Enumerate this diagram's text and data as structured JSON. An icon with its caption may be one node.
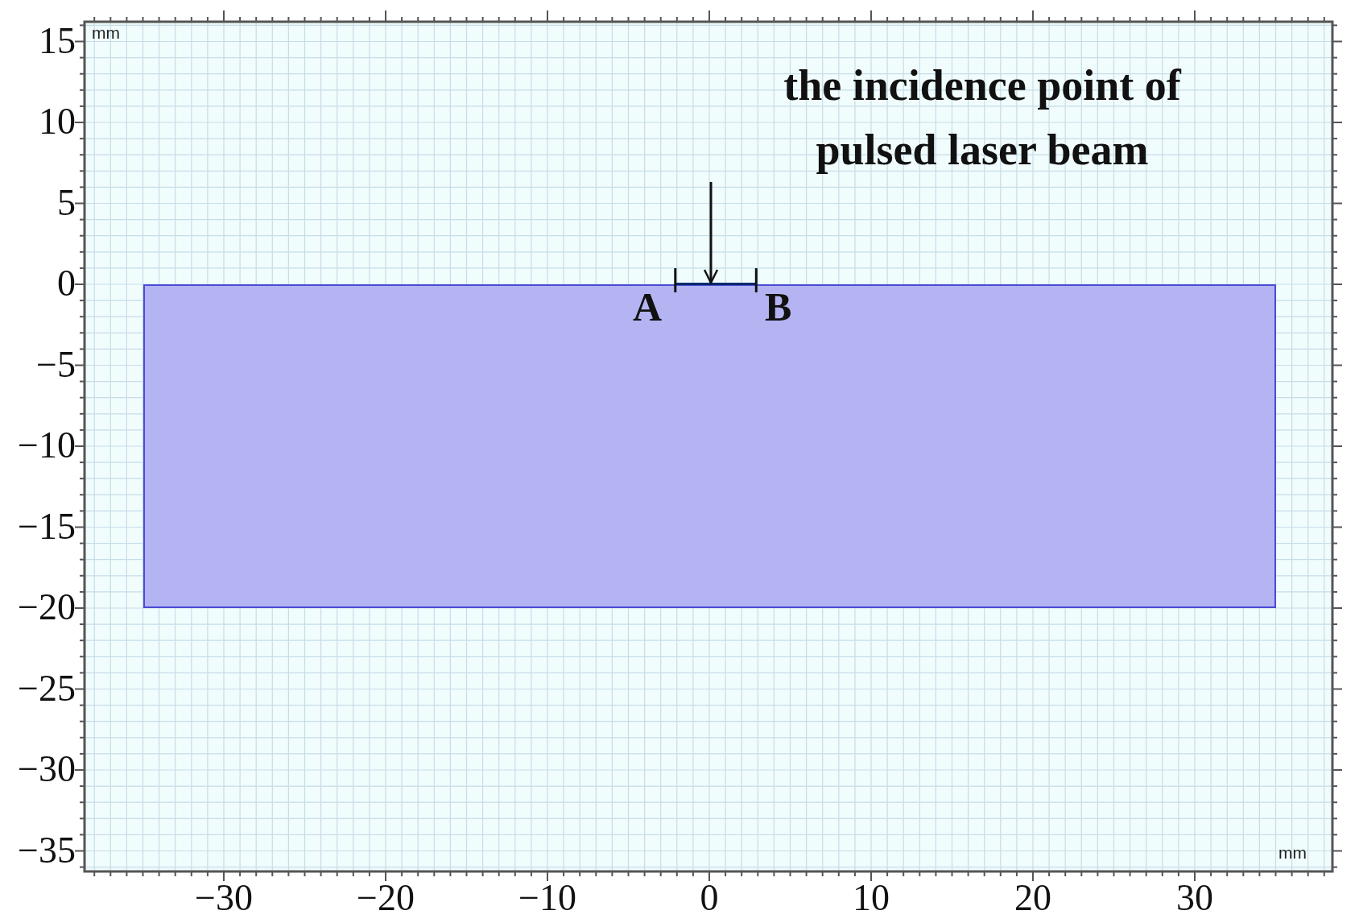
{
  "diagram": {
    "nodes": [
      {
        "text": [],
        "shape": "box"
      },
      {
        "text": [],
        "shape": "bar"
      },
      {
        "text": [
          "the incidence point of pulsed laser beam"
        ]
      }
    ],
    "edges": [
      {
        "from": 2,
        "to": 1,
        "arrow": "to"
      }
    ],
    "labels": [
      "mm",
      "15",
      "10",
      "5",
      "0",
      "A",
      "B",
      "−5",
      "−10",
      "−15",
      "−20",
      "−25",
      "−30",
      "−35",
      "mm",
      "−30",
      "−20",
      "−10",
      "0",
      "10",
      "20",
      "30"
    ]
  }
}
